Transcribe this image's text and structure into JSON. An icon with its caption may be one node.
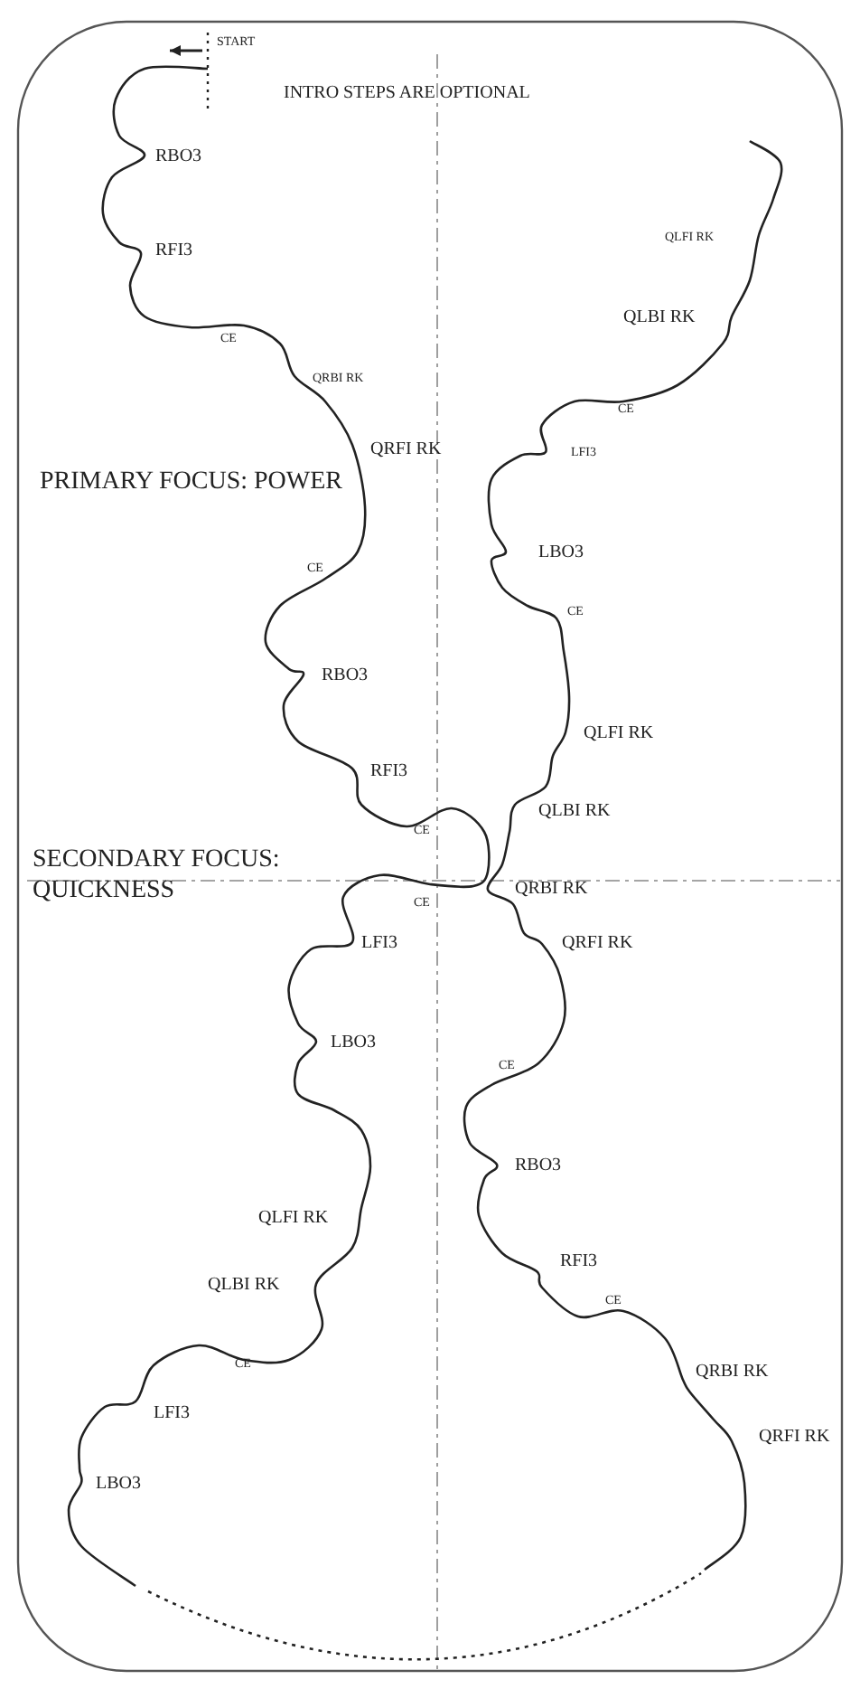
{
  "diagram": {
    "labels": [
      "START",
      "INTRO STEPS ARE OPTIONAL",
      "RBO3",
      "QLFI RK",
      "RFI3",
      "QLBI RK",
      "CE",
      "QRBI RK",
      "CE",
      "LFI3",
      "QRFI RK",
      "PRIMARY FOCUS: POWER",
      "LBO3",
      "CE",
      "CE",
      "RBO3",
      "QLFI RK",
      "RFI3",
      "QLBI RK",
      "CE",
      "SECONDARY FOCUS: QUICKNESS",
      "QRBI RK",
      "CE",
      "LFI3",
      "QRFI RK",
      "LBO3",
      "CE",
      "RBO3",
      "QLFI RK",
      "RFI3",
      "QLBI RK",
      "CE",
      "CE",
      "QRBI RK",
      "LFI3",
      "QRFI RK",
      "LBO3"
    ]
  }
}
